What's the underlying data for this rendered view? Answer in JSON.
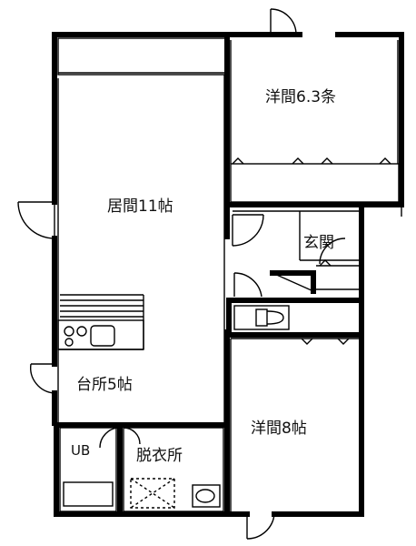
{
  "rooms": {
    "western_room_a": "洋間6.3条",
    "living": "居間11帖",
    "entrance": "玄関",
    "kitchen": "台所5帖",
    "western_room_b": "洋間8帖",
    "unit_bath": "UB",
    "dressing": "脱衣所"
  },
  "colors": {
    "wall": "#000000",
    "thin_line": "#333333",
    "background": "#ffffff"
  }
}
